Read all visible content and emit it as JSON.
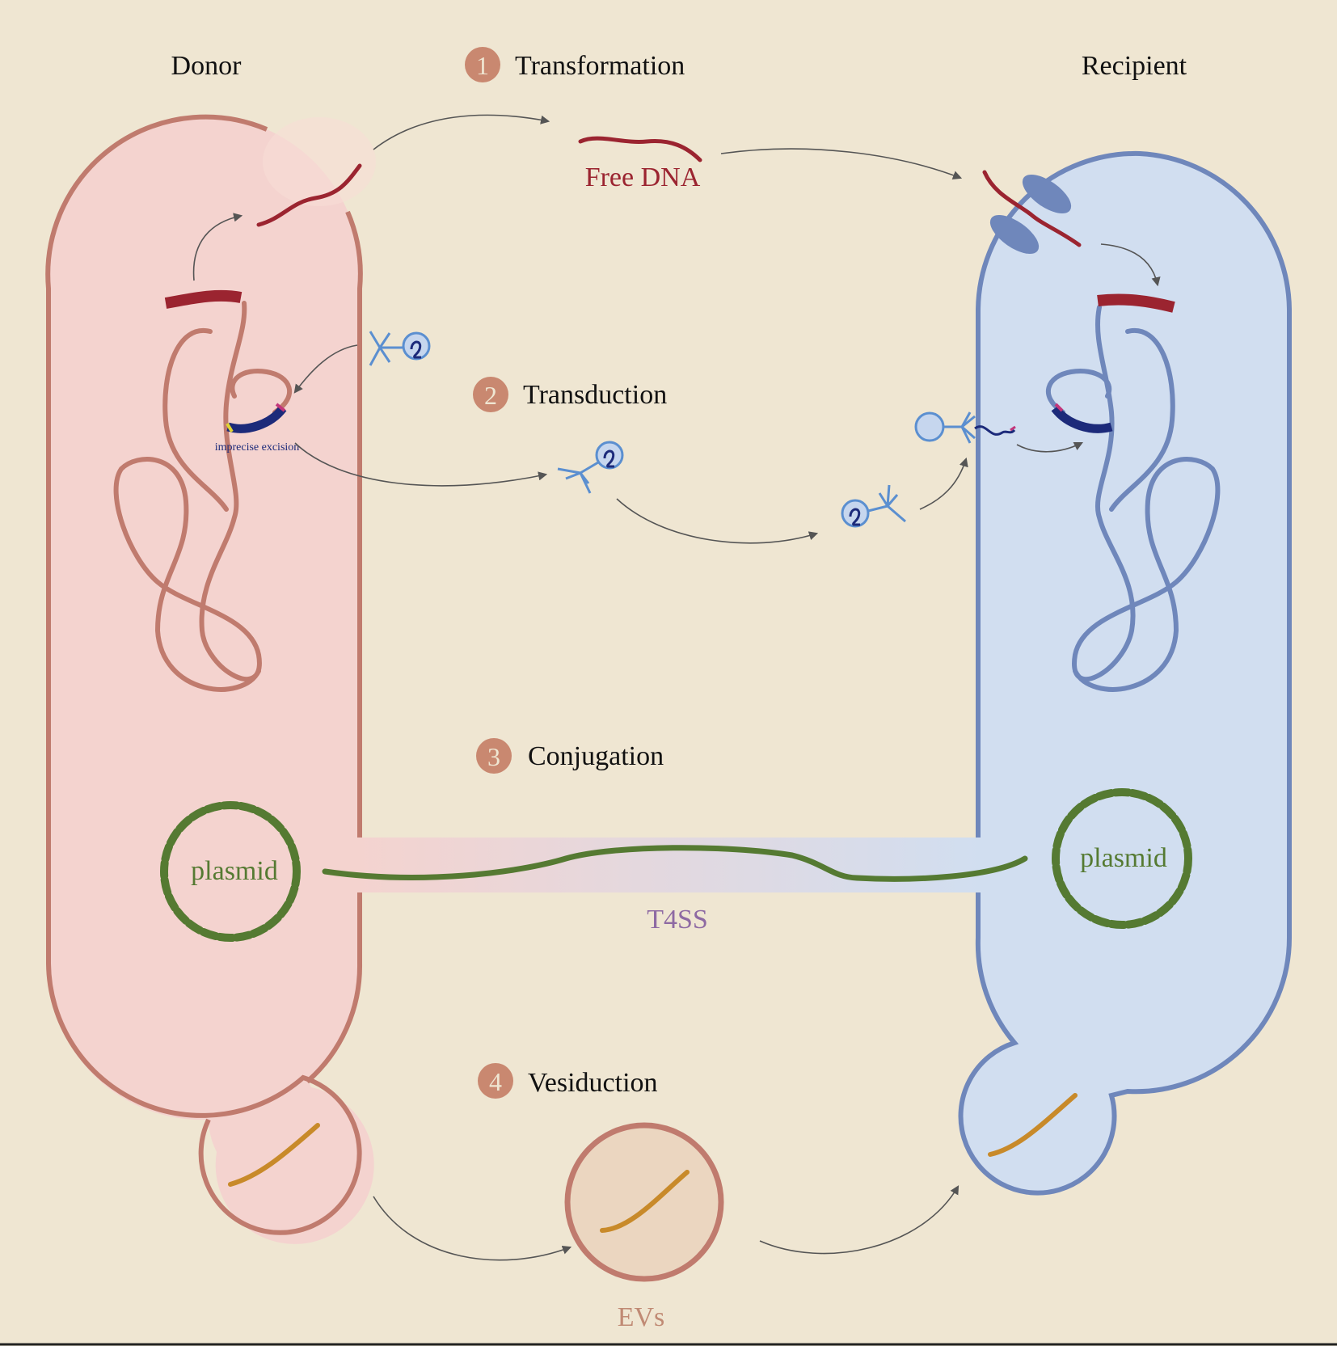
{
  "labels": {
    "donor": "Donor",
    "recipient": "Recipient",
    "free_dna": "Free DNA",
    "imprecise_excision": "imprecise excision",
    "plasmid_donor": "plasmid",
    "plasmid_recipient": "plasmid",
    "t4ss": "T4SS",
    "evs": "EVs"
  },
  "steps": [
    {
      "number": "1",
      "label": "Transformation"
    },
    {
      "number": "2",
      "label": "Transduction"
    },
    {
      "number": "3",
      "label": "Conjugation"
    },
    {
      "number": "4",
      "label": "Vesiduction"
    }
  ],
  "colors": {
    "background": "#efe6d2",
    "donor_fill": "#f4d3cf",
    "donor_stroke": "#c07b6e",
    "recipient_fill": "#d1def0",
    "recipient_stroke": "#6f87bb",
    "free_dna": "#9b2430",
    "plasmid": "#557a32",
    "ev_dna": "#c88a2a",
    "phage": "#5b8fd0",
    "step_badge": "#c98870",
    "t4ss_text": "#8e6aa3",
    "evs_text": "#c08a74",
    "arrow": "#555555"
  }
}
